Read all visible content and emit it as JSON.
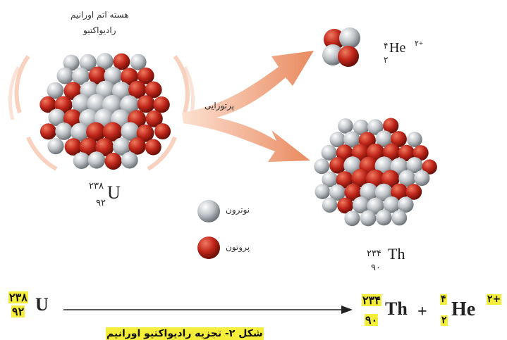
{
  "labels": {
    "uranium_nucleus_caption_line1": "هسته اتم اورانیم",
    "uranium_nucleus_caption_line2": "رادیواکتیو",
    "decay_arrow_label": "پرتوزایی",
    "legend_neutron": "نوترون",
    "legend_proton": "پروتون",
    "figure_caption": "شکل ۲- تجزیه رادیواکتیو اورانیم"
  },
  "nuclides": {
    "uranium": {
      "mass": "۲۳۸",
      "atomic": "۹۲",
      "symbol": "U"
    },
    "helium": {
      "mass": "۴",
      "atomic": "۲",
      "symbol": "He",
      "charge": "۲+"
    },
    "thorium": {
      "mass": "۲۳۴",
      "atomic": "۹۰",
      "symbol": "Th"
    }
  },
  "equation": {
    "reactant": {
      "mass": "۲۳۸",
      "atomic": "۹۲",
      "symbol": "U"
    },
    "product1": {
      "mass": "۲۳۴",
      "atomic": "۹۰",
      "symbol": "Th"
    },
    "plus": "+",
    "product2": {
      "mass": "۴",
      "atomic": "۲",
      "symbol": "He",
      "charge": "۲+"
    }
  },
  "colors": {
    "proton": "#c0261a",
    "neutron": "#c4c7cb",
    "arrow": "#e98a5f",
    "highlight": "#f4ee3a"
  }
}
